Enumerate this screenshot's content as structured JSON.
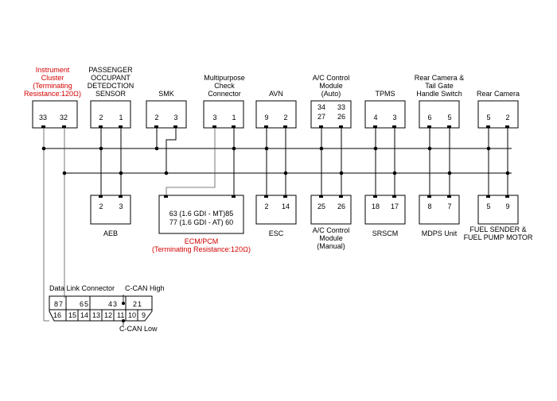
{
  "top_modules": [
    {
      "id": "cluster",
      "lines": [
        "Instrument",
        "Cluster",
        "(Terminating",
        "Resistance:120Ω)"
      ],
      "red": true,
      "pins": [
        "33",
        "32"
      ]
    },
    {
      "id": "pods",
      "lines": [
        "PASSENGER",
        "OCCUPANT",
        "DETEDCTION",
        "SENSOR"
      ],
      "red": false,
      "pins": [
        "2",
        "1"
      ]
    },
    {
      "id": "smk",
      "lines": [
        "SMK"
      ],
      "red": false,
      "pins": [
        "2",
        "3"
      ]
    },
    {
      "id": "mpc",
      "lines": [
        "Multipurpose",
        "Check",
        "Connector"
      ],
      "red": false,
      "pins": [
        "3",
        "1"
      ]
    },
    {
      "id": "avn",
      "lines": [
        "AVN"
      ],
      "red": false,
      "pins": [
        "9",
        "2"
      ]
    },
    {
      "id": "ac_auto",
      "lines": [
        "A/C Control",
        "Module",
        "(Auto)"
      ],
      "red": false,
      "pins": [
        "34",
        "33",
        "27",
        "26"
      ]
    },
    {
      "id": "tpms",
      "lines": [
        "TPMS"
      ],
      "red": false,
      "pins": [
        "4",
        "3"
      ]
    },
    {
      "id": "rear_cam_tg",
      "lines": [
        "Rear Camera &",
        "Tail Gate",
        "Handle Switch"
      ],
      "red": false,
      "pins": [
        "6",
        "5"
      ]
    },
    {
      "id": "rear_cam",
      "lines": [
        "Rear Camera"
      ],
      "red": false,
      "pins": [
        "5",
        "2"
      ]
    }
  ],
  "bottom_modules": [
    {
      "id": "aeb",
      "lines": [
        "AEB"
      ],
      "red": false,
      "pins": [
        "2",
        "3"
      ]
    },
    {
      "id": "ecm",
      "lines": [
        "ECM/PCM",
        "(Terminating Resistance:120Ω)"
      ],
      "red": true,
      "pins": [
        "63 (1.6 GDI - MT)85",
        "77 (1.6 GDI - AT) 60"
      ]
    },
    {
      "id": "esc",
      "lines": [
        "ESC"
      ],
      "red": false,
      "pins": [
        "2",
        "14"
      ]
    },
    {
      "id": "ac_manual",
      "lines": [
        "A/C Control",
        "Module",
        "(Manual)"
      ],
      "red": false,
      "pins": [
        "25",
        "26"
      ]
    },
    {
      "id": "srscm",
      "lines": [
        "SRSCM"
      ],
      "red": false,
      "pins": [
        "18",
        "17"
      ]
    },
    {
      "id": "mdps",
      "lines": [
        "MDPS Unit"
      ],
      "red": false,
      "pins": [
        "8",
        "7"
      ]
    },
    {
      "id": "fuel",
      "lines": [
        "FUEL SENDER &",
        "FUEL PUMP MOTOR"
      ],
      "red": false,
      "pins": [
        "5",
        "9"
      ]
    }
  ],
  "dlc": {
    "title": "Data Link Connector",
    "high_label": "C-CAN High",
    "low_label": "C-CAN Low",
    "top_pins": [
      "8",
      "7",
      "6",
      "5",
      "4",
      "3",
      "2",
      "1"
    ],
    "bottom_pins": [
      "16",
      "15",
      "14",
      "13",
      "12",
      "11",
      "10",
      "9"
    ]
  }
}
